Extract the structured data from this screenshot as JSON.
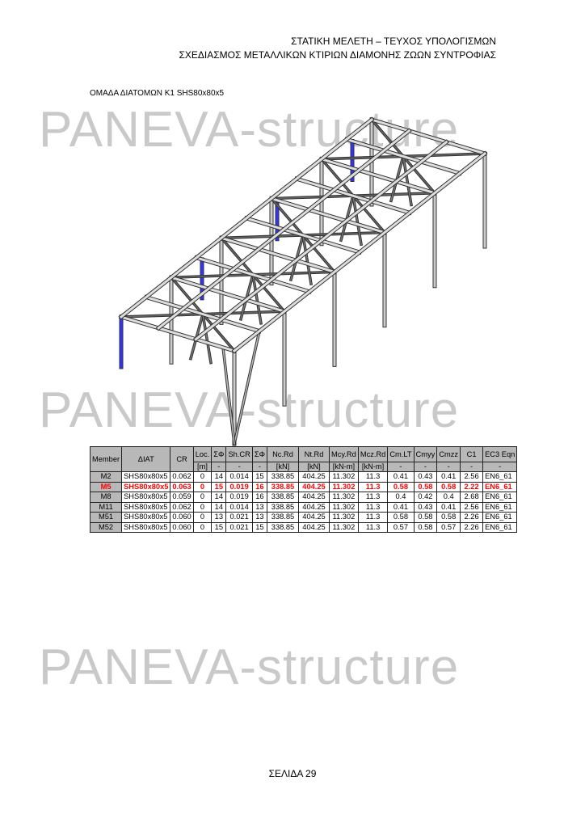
{
  "header": {
    "line1": "ΣΤΑΤΙΚΗ ΜΕΛΕΤΗ – ΤΕΥΧΟΣ ΥΠΟΛΟΓΙΣΜΩΝ",
    "line2": "ΣΧΕΔΙΑΣΜΟΣ ΜΕΤΑΛΛΙΚΩΝ ΚΤΙΡΙΩΝ ΔΙΑΜΟΝΗΣ ΖΩΩΝ ΣΥΝΤΡΟΦΙΑΣ"
  },
  "group_title": "ΟΜΑΔΑ ΔΙΑΤΟΜΩΝ Κ1 SHS80x80x5",
  "watermark": "PANEVA-structure",
  "colors": {
    "highlight": "#ff0000",
    "member_col": "#b8b8b8",
    "selected_column": "#3333ff"
  },
  "table": {
    "headers": [
      "Member",
      "ΔΙΑΤ",
      "CR",
      "Loc.",
      "ΣΦ",
      "Sh.CR",
      "ΣΦ",
      "Nc.Rd",
      "Nt.Rd",
      "Mcy.Rd",
      "Mcz.Rd",
      "Cm.LT",
      "Cmyy",
      "Cmzz",
      "C1",
      "EC3 Eqn"
    ],
    "units": [
      "",
      "",
      "",
      "[m]",
      "-",
      "-",
      "-",
      "[kN]",
      "[kN]",
      "[kN-m]",
      "[kN-m]",
      "-",
      "-",
      "-",
      "-",
      "-"
    ],
    "rows": [
      [
        "M2",
        "SHS80x80x5",
        "0.062",
        "0",
        "14",
        "0.014",
        "15",
        "338.85",
        "404.25",
        "11.302",
        "11.3",
        "0.41",
        "0.43",
        "0.41",
        "2.56",
        "EN6_61"
      ],
      [
        "M5",
        "SHS80x80x5",
        "0.063",
        "0",
        "15",
        "0.019",
        "16",
        "338.85",
        "404.25",
        "11.302",
        "11.3",
        "0.58",
        "0.58",
        "0.58",
        "2.22",
        "EN6_61"
      ],
      [
        "M8",
        "SHS80x80x5",
        "0.059",
        "0",
        "14",
        "0.019",
        "16",
        "338.85",
        "404.25",
        "11.302",
        "11.3",
        "0.4",
        "0.42",
        "0.4",
        "2.68",
        "EN6_61"
      ],
      [
        "M11",
        "SHS80x80x5",
        "0.062",
        "0",
        "14",
        "0.014",
        "13",
        "338.85",
        "404.25",
        "11.302",
        "11.3",
        "0.41",
        "0.43",
        "0.41",
        "2.56",
        "EN6_61"
      ],
      [
        "M51",
        "SHS80x80x5",
        "0.060",
        "0",
        "13",
        "0.021",
        "13",
        "338.85",
        "404.25",
        "11.302",
        "11.3",
        "0.58",
        "0.58",
        "0.58",
        "2.26",
        "EN6_61"
      ],
      [
        "M52",
        "SHS80x80x5",
        "0.060",
        "0",
        "15",
        "0.021",
        "15",
        "338.85",
        "404.25",
        "11.302",
        "11.3",
        "0.57",
        "0.58",
        "0.57",
        "2.26",
        "EN6_61"
      ]
    ],
    "highlight_row": 1
  },
  "footer": "ΣΕΛΙΔΑ 29"
}
